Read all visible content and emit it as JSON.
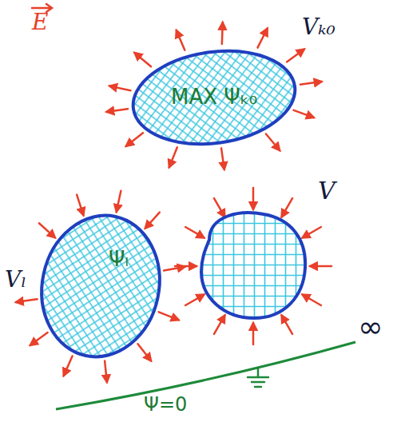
{
  "diagram": {
    "nodes": [
      {
        "text": [
          "MAX Ψₖ₀",
          "Vₖ₀"
        ]
      },
      {
        "text": [
          "Ψₗ",
          "Vₗ"
        ]
      }
    ],
    "labels": [
      "E",
      "V",
      "∞",
      "Ψ=0"
    ]
  }
}
